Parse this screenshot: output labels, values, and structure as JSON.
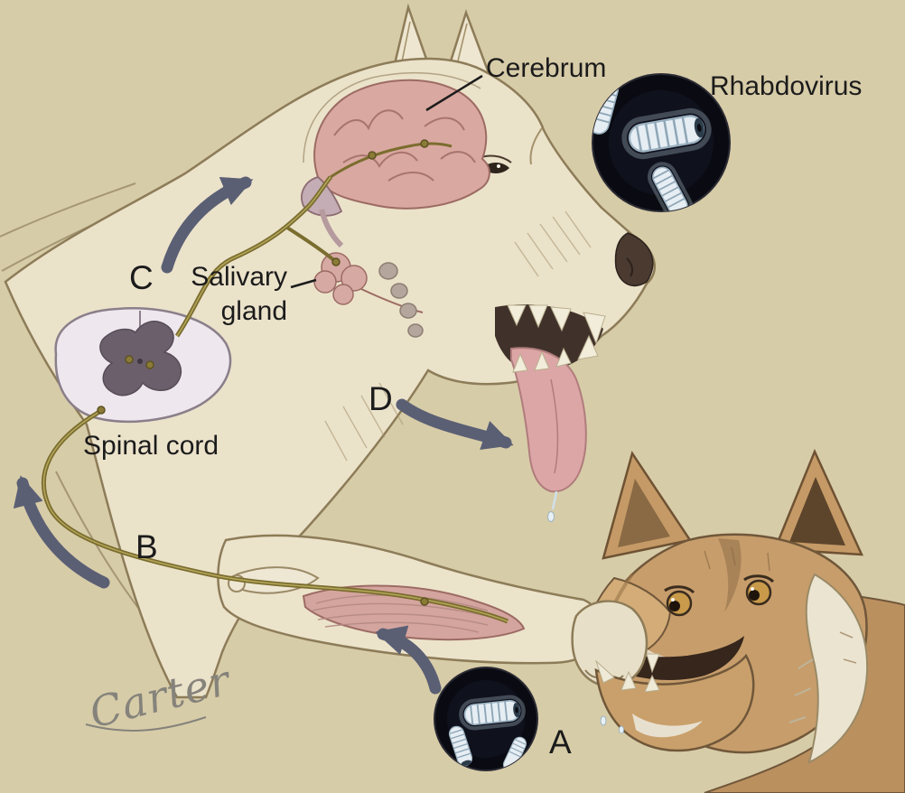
{
  "diagram": {
    "subject": "Rabies (rhabdovirus) pathogenesis: fox bite transmitting virus to dog",
    "background_color": "#d7cca8",
    "labels": {
      "cerebrum": "Cerebrum",
      "rhabdovirus": "Rhabdovirus",
      "salivary_gland": "Salivary\ngland",
      "spinal_cord": "Spinal cord",
      "signature": "Carter"
    },
    "steps": {
      "a": "A",
      "b": "B",
      "c": "C",
      "d": "D"
    },
    "colors": {
      "arrow": "#5a5f74",
      "label_text": "#1b1b1b",
      "nerve": "#7a6d2e",
      "brain": "#d9a8a0",
      "inset_background": "#0a0b12",
      "virus_particle": "#e6eef4"
    }
  }
}
